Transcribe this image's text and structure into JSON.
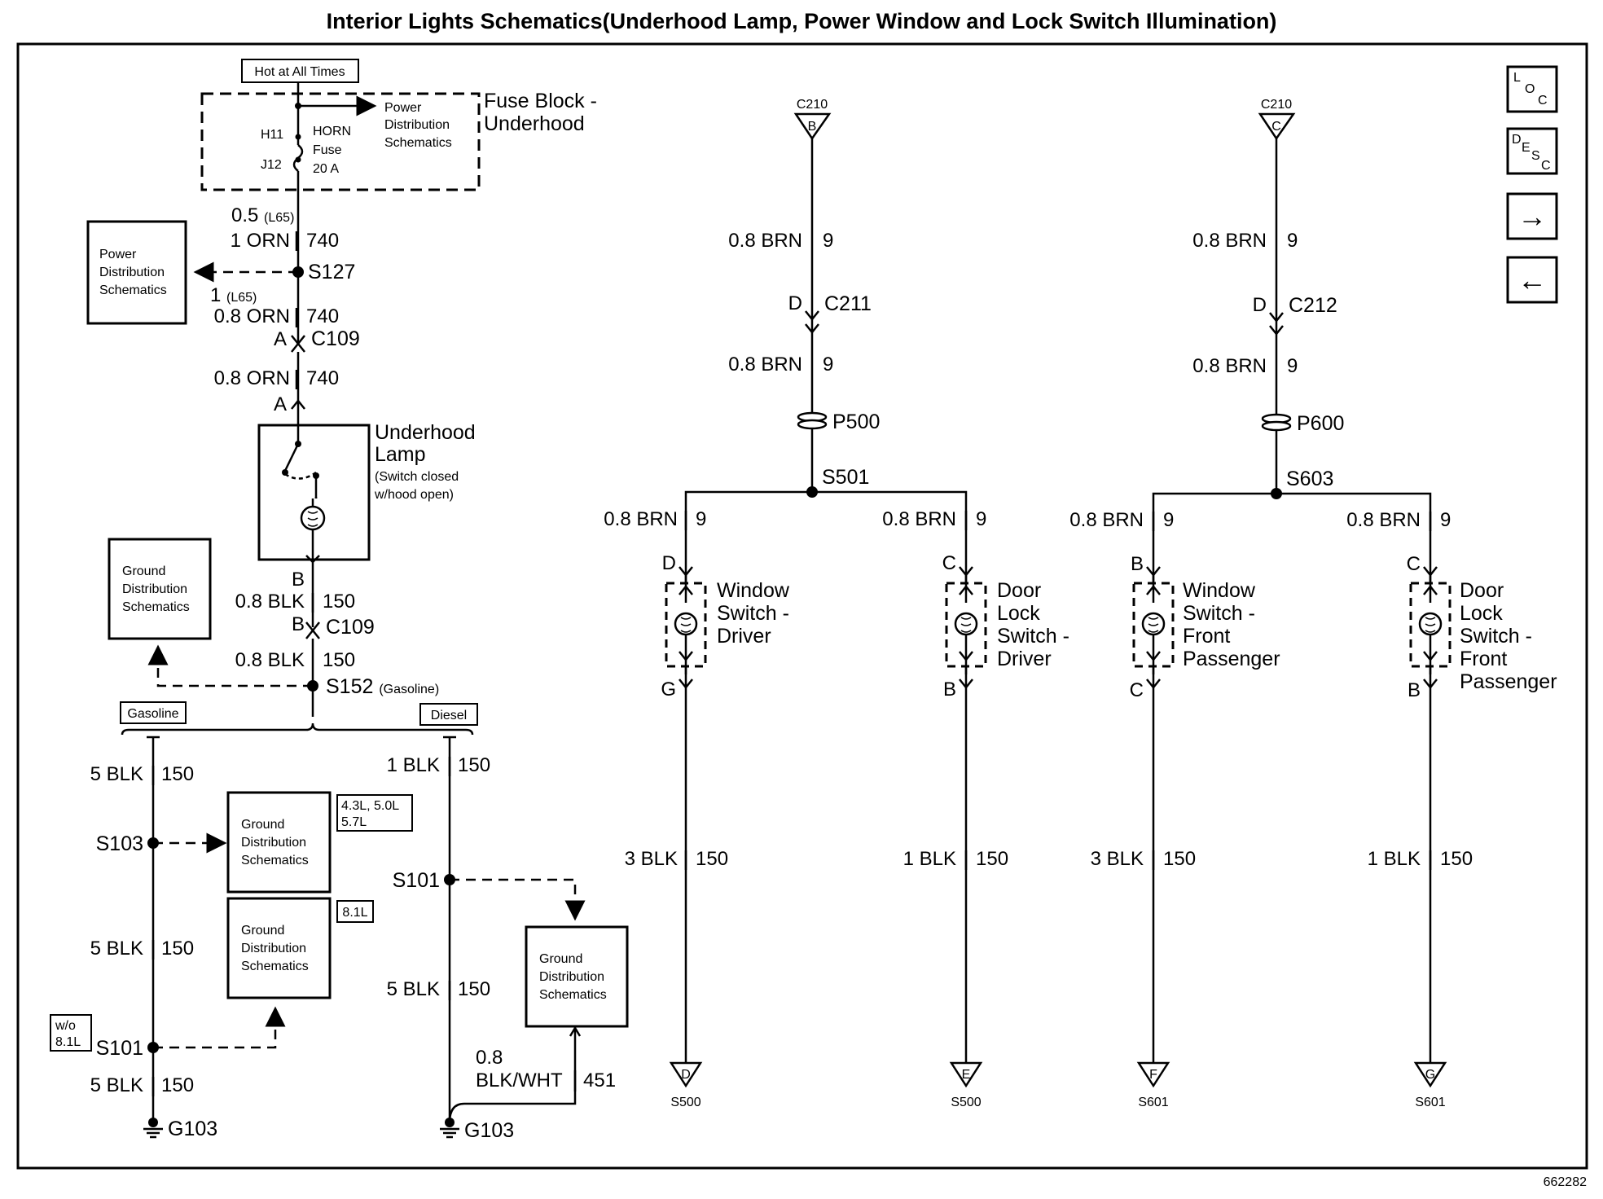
{
  "title": "Interior Lights Schematics(Underhood Lamp, Power Window and Lock Switch Illumination)",
  "figure_id": "662282",
  "nav": {
    "loc": [
      "L",
      "O",
      "C"
    ],
    "desc": [
      "D",
      "E",
      "S",
      "C"
    ],
    "next": "→",
    "prev": "←"
  },
  "fuse_block": {
    "hot_label": "Hot at All Times",
    "name_1": "Fuse Block -",
    "name_2": "Underhood",
    "pin_in": "H11",
    "pin_out": "J12",
    "fuse_1": "HORN",
    "fuse_2": "Fuse",
    "fuse_3": "20 A",
    "ref_1": "Power",
    "ref_2": "Distribution",
    "ref_3": "Schematics"
  },
  "power_dist_box": {
    "line_1": "Power",
    "line_2": "Distribution",
    "line_3": "Schematics"
  },
  "left_circuit": {
    "w1_size_a": "0.5",
    "w1_opt_a": "(L65)",
    "w1_size_b": "1 ORN",
    "w1_circ": "740",
    "s127": "S127",
    "w2_size_a": "1",
    "w2_opt_a": "(L65)",
    "w2_size_b": "0.8 ORN",
    "w2_circ": "740",
    "c109": "C109",
    "pin_a": "A",
    "w3_size": "0.8 ORN",
    "w3_circ": "740",
    "pin_a2": "A",
    "lamp_1": "Underhood",
    "lamp_2": "Lamp",
    "lamp_3": "(Switch closed",
    "lamp_4": "w/hood open)",
    "pin_b": "B",
    "w4_size": "0.8 BLK",
    "w4_circ": "150",
    "pin_b2": "B",
    "c109b": "C109",
    "w5_size": "0.8 BLK",
    "w5_circ": "150",
    "s152": "S152",
    "s152_opt": "(Gasoline)",
    "gas": "Gasoline",
    "diesel": "Diesel"
  },
  "ground_box_top": {
    "line_1": "Ground",
    "line_2": "Distribution",
    "line_3": "Schematics"
  },
  "gasoline_branch": {
    "w1_size": "5 BLK",
    "w1_circ": "150",
    "s103": "S103",
    "gd1_1": "Ground",
    "gd1_2": "Distribution",
    "gd1_3": "Schematics",
    "opt1_1": "4.3L, 5.0L",
    "opt1_2": "5.7L",
    "gd2_1": "Ground",
    "gd2_2": "Distribution",
    "gd2_3": "Schematics",
    "opt2": "8.1L",
    "w2_size": "5 BLK",
    "w2_circ": "150",
    "wo_1": "w/o",
    "wo_2": "8.1L",
    "s101": "S101",
    "w3_size": "5 BLK",
    "w3_circ": "150",
    "ground": "G103"
  },
  "diesel_branch": {
    "w1_size": "1 BLK",
    "w1_circ": "150",
    "s101": "S101",
    "w2_size": "5 BLK",
    "w2_circ": "150",
    "gd_1": "Ground",
    "gd_2": "Distribution",
    "gd_3": "Schematics",
    "w3_size_a": "0.8",
    "w3_size_b": "BLK/WHT",
    "w3_circ": "451",
    "ground": "G103"
  },
  "mid_circuit": {
    "conn": "C210",
    "conn_pin": "B",
    "w1_size": "0.8 BRN",
    "w1_circ": "9",
    "c211_pin": "D",
    "c211": "C211",
    "w2_size": "0.8 BRN",
    "w2_circ": "9",
    "p500": "P500",
    "s501": "S501",
    "a_size": "0.8 BRN",
    "a_circ": "9",
    "a_pin_in": "D",
    "a_name_1": "Window",
    "a_name_2": "Switch -",
    "a_name_3": "Driver",
    "a_pin_out": "G",
    "a_out_size": "3 BLK",
    "a_out_circ": "150",
    "a_dest": "D",
    "a_dest_splice": "S500",
    "b_size": "0.8 BRN",
    "b_circ": "9",
    "b_pin_in": "C",
    "b_name_1": "Door",
    "b_name_2": "Lock",
    "b_name_3": "Switch -",
    "b_name_4": "Driver",
    "b_pin_out": "B",
    "b_out_size": "1 BLK",
    "b_out_circ": "150",
    "b_dest": "E",
    "b_dest_splice": "S500"
  },
  "right_circuit": {
    "conn": "C210",
    "conn_pin": "C",
    "w1_size": "0.8 BRN",
    "w1_circ": "9",
    "c212_pin": "D",
    "c212": "C212",
    "w2_size": "0.8 BRN",
    "w2_circ": "9",
    "p600": "P600",
    "s603": "S603",
    "a_size": "0.8 BRN",
    "a_circ": "9",
    "a_pin_in": "B",
    "a_name_1": "Window",
    "a_name_2": "Switch -",
    "a_name_3": "Front",
    "a_name_4": "Passenger",
    "a_pin_out": "C",
    "a_out_size": "3 BLK",
    "a_out_circ": "150",
    "a_dest": "F",
    "a_dest_splice": "S601",
    "b_size": "0.8 BRN",
    "b_circ": "9",
    "b_pin_in": "C",
    "b_name_1": "Door",
    "b_name_2": "Lock",
    "b_name_3": "Switch -",
    "b_name_4": "Front",
    "b_name_5": "Passenger",
    "b_pin_out": "B",
    "b_out_size": "1 BLK",
    "b_out_circ": "150",
    "b_dest": "G",
    "b_dest_splice": "S601"
  }
}
